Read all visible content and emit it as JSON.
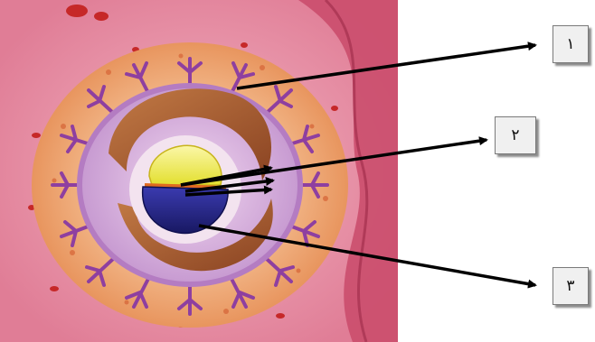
{
  "labels": [
    {
      "id": "1",
      "text": "١"
    },
    {
      "id": "2",
      "text": "٢"
    },
    {
      "id": "3",
      "text": "٣"
    }
  ],
  "colors": {
    "uterine_wall": "#d9627c",
    "endometrium_outer": "#e58aa0",
    "trophoblast_ring": "#e8a372",
    "villi": "#8e3fa0",
    "chorion": "#cf9fd6",
    "amnion_cavity": "#a0522d",
    "yolk_sac": "#ecec4c",
    "embryonic_disc": "#2a2a8a",
    "arrow": "#000000"
  },
  "icons": {
    "pointer_arrows": "arrow-icon"
  }
}
